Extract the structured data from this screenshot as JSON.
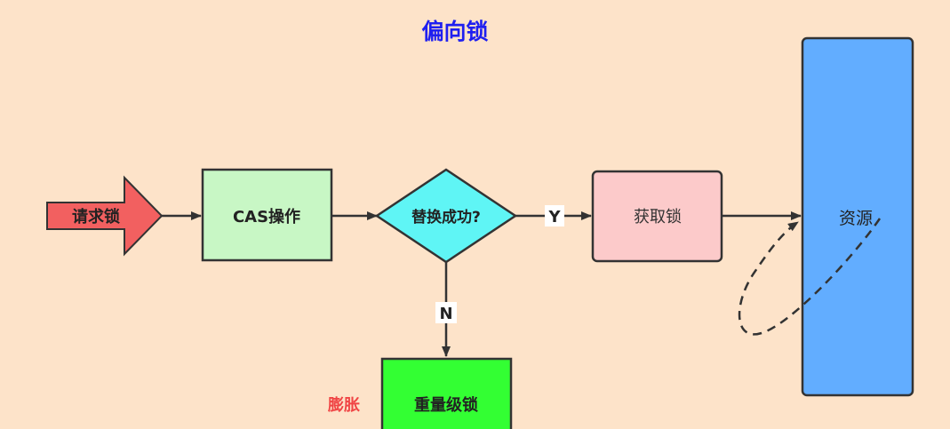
{
  "title": "偏向锁",
  "nodes": {
    "request": "请求锁",
    "cas": "CAS操作",
    "decision": "替换成功?",
    "acquire": "获取锁",
    "resource": "资源",
    "heavyweight": "重量级锁",
    "inflate": "膨胀"
  },
  "edges": {
    "yes": "Y",
    "no": "N"
  },
  "colors": {
    "background": "#fde3c9",
    "title": "#1f1ff0",
    "request_arrow": "#f26060",
    "cas_box": "#c8f7c5",
    "decision_diamond": "#5ff5f5",
    "acquire_box": "#fccaca",
    "resource_box": "#62adff",
    "heavyweight_box": "#33ff33",
    "inflate_text": "#f04545"
  }
}
